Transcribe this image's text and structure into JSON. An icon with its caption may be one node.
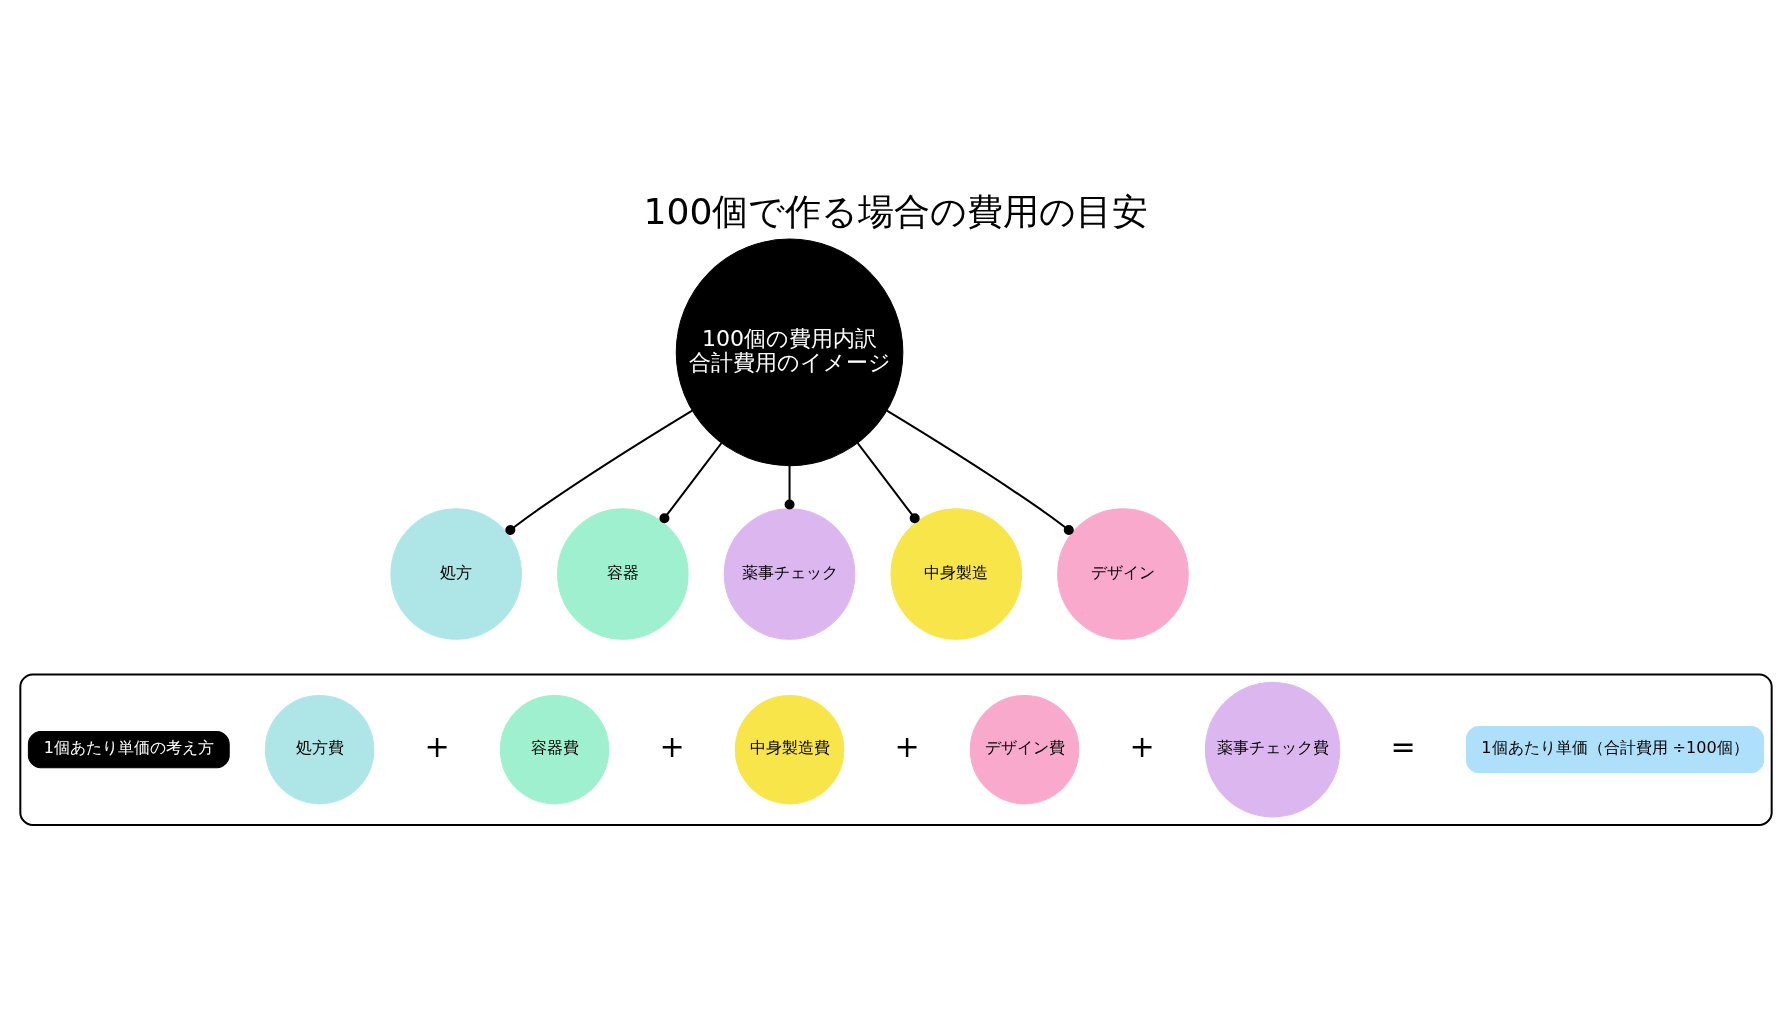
{
  "diagram": {
    "title": "100個で作る場合の費用の目安",
    "nodes": [
      {
        "text": [
          "100個の費用内訳",
          "合計費用のイメージ"
        ]
      },
      {
        "text": [
          "処方"
        ]
      },
      {
        "text": [
          "容器"
        ]
      },
      {
        "text": [
          "薬事チェック"
        ]
      },
      {
        "text": [
          "中身製造"
        ]
      },
      {
        "text": [
          "デザイン"
        ]
      },
      {
        "text": [],
        "shape": "box"
      },
      {
        "text": [
          "1個あたり単価の考え方"
        ],
        "in": 6
      },
      {
        "text": [
          "処方費"
        ],
        "in": 6
      },
      {
        "text": [
          "容器費"
        ],
        "in": 6
      },
      {
        "text": [
          "中身製造費"
        ],
        "in": 6
      },
      {
        "text": [
          "デザイン費"
        ],
        "in": 6
      },
      {
        "text": [
          "薬事チェック費"
        ],
        "in": 6
      },
      {
        "text": [
          "1個あたり単価（合計費用 ÷100個）"
        ],
        "in": 6
      }
    ],
    "edges": [
      {
        "from": 0,
        "to": 1,
        "arrow": "other"
      },
      {
        "from": 0,
        "to": 2,
        "arrow": "other"
      },
      {
        "from": 0,
        "to": 3,
        "arrow": "other"
      },
      {
        "from": 0,
        "to": 4,
        "arrow": "other"
      },
      {
        "from": 0,
        "to": 5,
        "arrow": "other"
      }
    ],
    "labels": [
      "+",
      "+",
      "+",
      "+",
      "="
    ]
  }
}
